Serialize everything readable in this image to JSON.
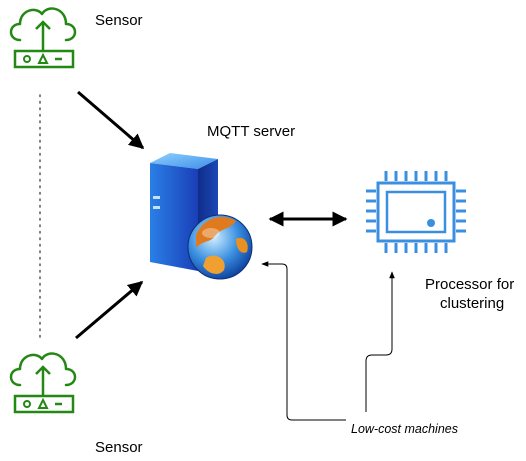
{
  "nodes": {
    "sensor_top": {
      "label": "Sensor",
      "icon": "cloud-upload-sensor-icon",
      "color": "#248814"
    },
    "sensor_bottom": {
      "label": "Sensor",
      "icon": "cloud-upload-sensor-icon",
      "color": "#248814"
    },
    "mqtt_server": {
      "label": "MQTT server",
      "icon": "web-server-globe-icon"
    },
    "processor": {
      "label_line1": "Processor for",
      "label_line2": "clustering",
      "icon": "processor-chip-icon",
      "color": "#3B8FE0"
    }
  },
  "annotation": {
    "label": "Low-cost machines"
  },
  "edges": [
    {
      "from": "sensor_top",
      "to": "mqtt_server",
      "style": "arrow"
    },
    {
      "from": "sensor_bottom",
      "to": "mqtt_server",
      "style": "arrow"
    },
    {
      "from": "mqtt_server",
      "to": "processor",
      "style": "bidirectional-arrow"
    },
    {
      "from": "sensor_top",
      "to": "sensor_bottom",
      "style": "dotted"
    },
    {
      "from": "annotation",
      "to": "mqtt_server",
      "style": "thin-arrow"
    },
    {
      "from": "annotation",
      "to": "processor",
      "style": "thin-arrow"
    }
  ]
}
